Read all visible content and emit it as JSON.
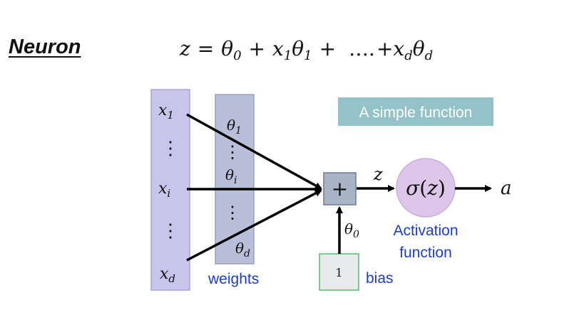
{
  "title": "Neuron",
  "equation": {
    "lhs": "z",
    "eq": "=",
    "t0": "θ",
    "t0_sub": "0",
    "plus1": "+",
    "x1": "x",
    "x1_sub": "1",
    "t1": "θ",
    "t1_sub": "1",
    "plus2": "+",
    "dots": "….",
    "plus3": "+",
    "xd": "x",
    "xd_sub": "d",
    "td": "θ",
    "td_sub": "d"
  },
  "diagram": {
    "inputs": {
      "x1": "x",
      "x1_sub": "1",
      "xi": "x",
      "xi_sub": "i",
      "xd": "x",
      "xd_sub": "d",
      "ellipsis": "⋮"
    },
    "weights": {
      "t1": "θ",
      "t1_sub": "1",
      "ti": "θ",
      "ti_sub": "i",
      "td": "θ",
      "td_sub": "d",
      "ellipsis": "⋮",
      "label": "weights"
    },
    "sum_symbol": "+",
    "z_label": "z",
    "activation": {
      "sigma": "σ",
      "open": "(",
      "arg": "z",
      "close": ")",
      "label_line1": "Activation",
      "label_line2": "function"
    },
    "output_label": "a",
    "bias": {
      "value": "1",
      "theta": "θ",
      "theta_sub": "0",
      "label": "bias"
    },
    "simple_function_label": "A simple function"
  },
  "colors": {
    "input_column": "#c8c4ea",
    "weights_column": "#b9bfd8",
    "sum_box": "#a9b4c6",
    "activation_circle": "#ddc6ea",
    "bias_box_border": "#4fbf6a",
    "simple_function_box": "#93c3c8",
    "label_blue": "#1f3bc9"
  }
}
